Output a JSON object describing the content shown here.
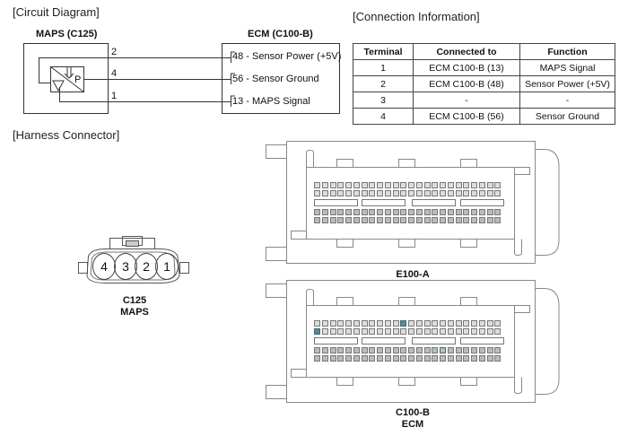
{
  "sections": {
    "circuit_diagram": "[Circuit Diagram]",
    "connection_information": "[Connection Information]",
    "harness_connector": "[Harness Connector]"
  },
  "circuit": {
    "sensor_title": "MAPS (C125)",
    "ecm_title": "ECM (C100-B)",
    "sensor_symbol_label": "P",
    "wires": [
      {
        "sensor_pin": "2",
        "ecm_label": "48 - Sensor Power (+5V)"
      },
      {
        "sensor_pin": "4",
        "ecm_label": "56 - Sensor Ground"
      },
      {
        "sensor_pin": "1",
        "ecm_label": "13 - MAPS Signal"
      }
    ]
  },
  "connection_table": {
    "headers": [
      "Terminal",
      "Connected to",
      "Function"
    ],
    "rows": [
      [
        "1",
        "ECM C100-B (13)",
        "MAPS Signal"
      ],
      [
        "2",
        "ECM C100-B (48)",
        "Sensor Power (+5V)"
      ],
      [
        "3",
        "-",
        "-"
      ],
      [
        "4",
        "ECM C100-B (56)",
        "Sensor Ground"
      ]
    ]
  },
  "maps_connector": {
    "pins": [
      "4",
      "3",
      "2",
      "1"
    ],
    "caption_line1": "C125",
    "caption_line2": "MAPS"
  },
  "ecm_connector_a": {
    "caption_line1": "E100-A",
    "highlighted_pins": []
  },
  "ecm_connector_b": {
    "caption_line1": "C100-B",
    "caption_line2": "ECM",
    "highlighted_pins": [
      "13",
      "48",
      "56"
    ]
  },
  "colors": {
    "highlight_pin": "#5a8a96",
    "outline": "#777777"
  }
}
